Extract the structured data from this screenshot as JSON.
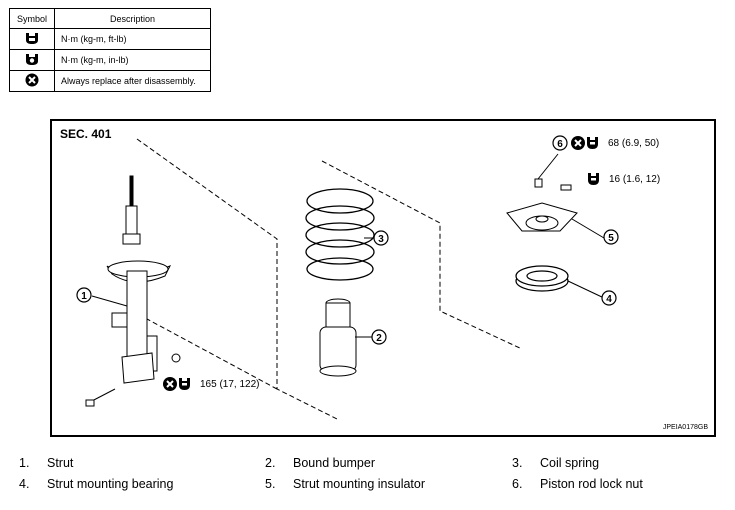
{
  "legend": {
    "header_symbol": "Symbol",
    "header_description": "Description",
    "rows": [
      {
        "icon": "torque-wrench-icon",
        "description": "N·m (kg-m, ft-lb)"
      },
      {
        "icon": "torque-wrench-inlb-icon",
        "description": "N·m (kg-m, in-lb)"
      },
      {
        "icon": "always-replace-icon",
        "description": "Always replace after disassembly."
      }
    ]
  },
  "diagram": {
    "section": "SEC. 401",
    "figure_code": "JPEIA0178GB",
    "torques": {
      "piston_nut": "68 (6.9, 50)",
      "insulator_bolt": "16 (1.6, 12)",
      "strut_bolt": "165 (17, 122)"
    },
    "callouts": [
      "1",
      "2",
      "3",
      "4",
      "5",
      "6"
    ]
  },
  "parts": [
    {
      "num": "1.",
      "name": "Strut"
    },
    {
      "num": "2.",
      "name": "Bound bumper"
    },
    {
      "num": "3.",
      "name": "Coil spring"
    },
    {
      "num": "4.",
      "name": "Strut mounting bearing"
    },
    {
      "num": "5.",
      "name": "Strut mounting insulator"
    },
    {
      "num": "6.",
      "name": "Piston rod lock nut"
    }
  ]
}
